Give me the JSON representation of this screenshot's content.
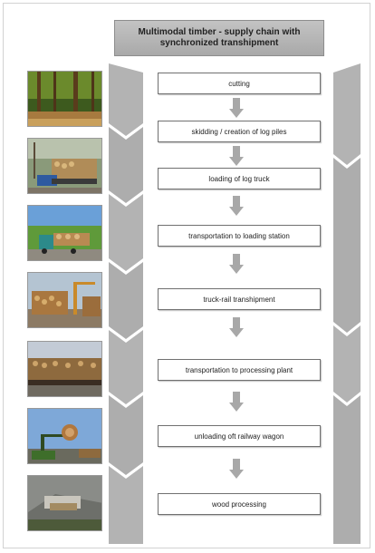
{
  "title": "Multimodal timber - supply chain with synchronized transhipment",
  "steps": [
    "cutting",
    "skidding / creation of log piles",
    "loading of log truck",
    "transportation to loading station",
    "truck-rail transhipment",
    "transportation to processing plant",
    "unloading oft railway wagon",
    "wood processing"
  ],
  "photos": [
    {
      "icon": "forest-logs-photo"
    },
    {
      "icon": "log-truck-loading-photo"
    },
    {
      "icon": "log-truck-road-photo"
    },
    {
      "icon": "log-pile-crane-photo"
    },
    {
      "icon": "railway-wagon-photo"
    },
    {
      "icon": "crane-unloading-photo"
    },
    {
      "icon": "processing-plant-photo"
    }
  ],
  "colors": {
    "lane": "#b0b0b0",
    "lane_dark": "#9a9a9a",
    "title_bg": "#b8b8b8",
    "step_border": "#707070",
    "arrow": "#a8a8a8"
  }
}
